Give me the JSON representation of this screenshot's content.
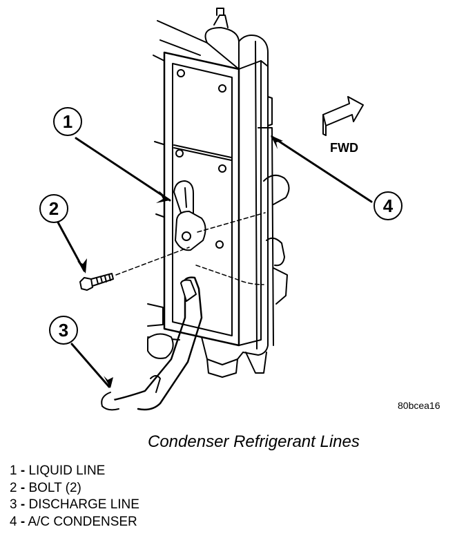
{
  "figure": {
    "fwd_label": "FWD",
    "image_code": "80bcea16",
    "caption": "Condenser Refrigerant Lines"
  },
  "callouts": [
    "1",
    "2",
    "3",
    "4"
  ],
  "legend": [
    {
      "num": "1",
      "sep": "-",
      "name": "LIQUID LINE"
    },
    {
      "num": "2",
      "sep": "-",
      "name": "BOLT (2)"
    },
    {
      "num": "3",
      "sep": "-",
      "name": "DISCHARGE LINE"
    },
    {
      "num": "4",
      "sep": "-",
      "name": "A/C CONDENSER"
    }
  ]
}
